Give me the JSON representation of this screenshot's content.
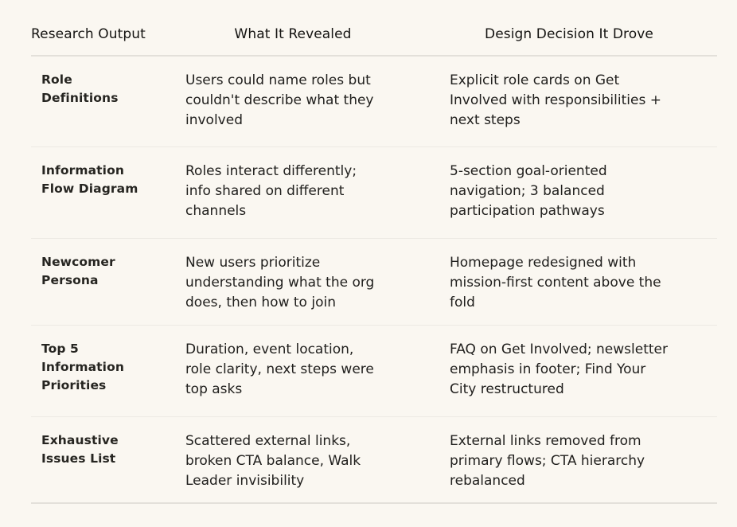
{
  "page": {
    "background_color": "#FAF7F1",
    "text_color": "#21201E",
    "header_divider_color": "#E3E0DA",
    "row_divider_color": "#EDEAE4"
  },
  "table": {
    "headers": {
      "output": "Research Output",
      "revealed": "What It Revealed",
      "decision": "Design Decision It Drove"
    },
    "rows": [
      {
        "output": "Role\nDefinitions",
        "revealed": "Users could name roles but\ncouldn't describe what they\ninvolved",
        "decision": "Explicit role cards on Get\nInvolved with responsibilities +\nnext steps"
      },
      {
        "output": "Information\nFlow Diagram",
        "revealed": "Roles interact differently;\ninfo shared on different\nchannels",
        "decision": "5-section goal-oriented\nnavigation; 3 balanced\nparticipation pathways"
      },
      {
        "output": "Newcomer\nPersona",
        "revealed": "New users prioritize\nunderstanding what the org\ndoes, then how to join",
        "decision": "Homepage redesigned with\nmission-first content above the\nfold"
      },
      {
        "output": "Top 5\nInformation\nPriorities",
        "revealed": "Duration, event location,\nrole clarity, next steps were\ntop asks",
        "decision": "FAQ on Get Involved; newsletter\nemphasis in footer; Find Your\nCity restructured"
      },
      {
        "output": "Exhaustive\nIssues List",
        "revealed": "Scattered external links,\nbroken CTA balance, Walk\nLeader invisibility",
        "decision": "External links removed from\nprimary flows; CTA hierarchy\nrebalanced"
      }
    ]
  }
}
